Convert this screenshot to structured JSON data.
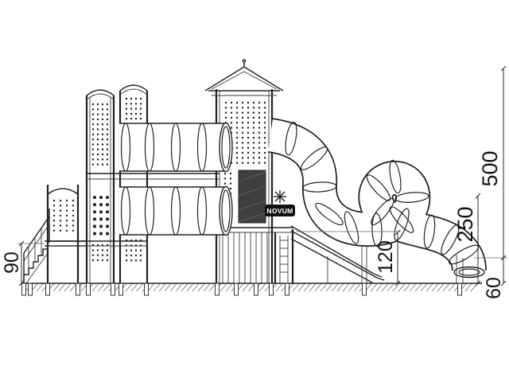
{
  "diagram": {
    "brand": "NOVUM",
    "dims": {
      "d90": "90",
      "d500": "500",
      "d250": "250",
      "d120": "120",
      "d60": "60"
    },
    "colors": {
      "ink": "#222222",
      "dark_panel": "#3f3f3f",
      "background": "#ffffff"
    }
  }
}
